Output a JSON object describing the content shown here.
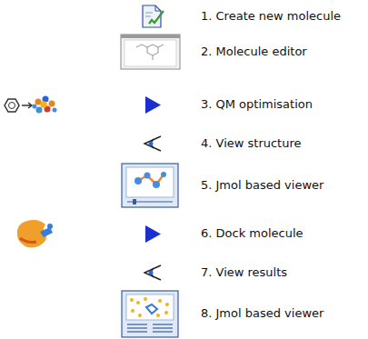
{
  "diagram": {
    "labels": [
      "1. Create new molecule",
      "2. Molecule editor",
      "3. QM optimisation",
      "4. View structure",
      "5. Jmol based viewer",
      "6. Dock molecule",
      "7. View results",
      "8. Jmol based viewer"
    ]
  }
}
